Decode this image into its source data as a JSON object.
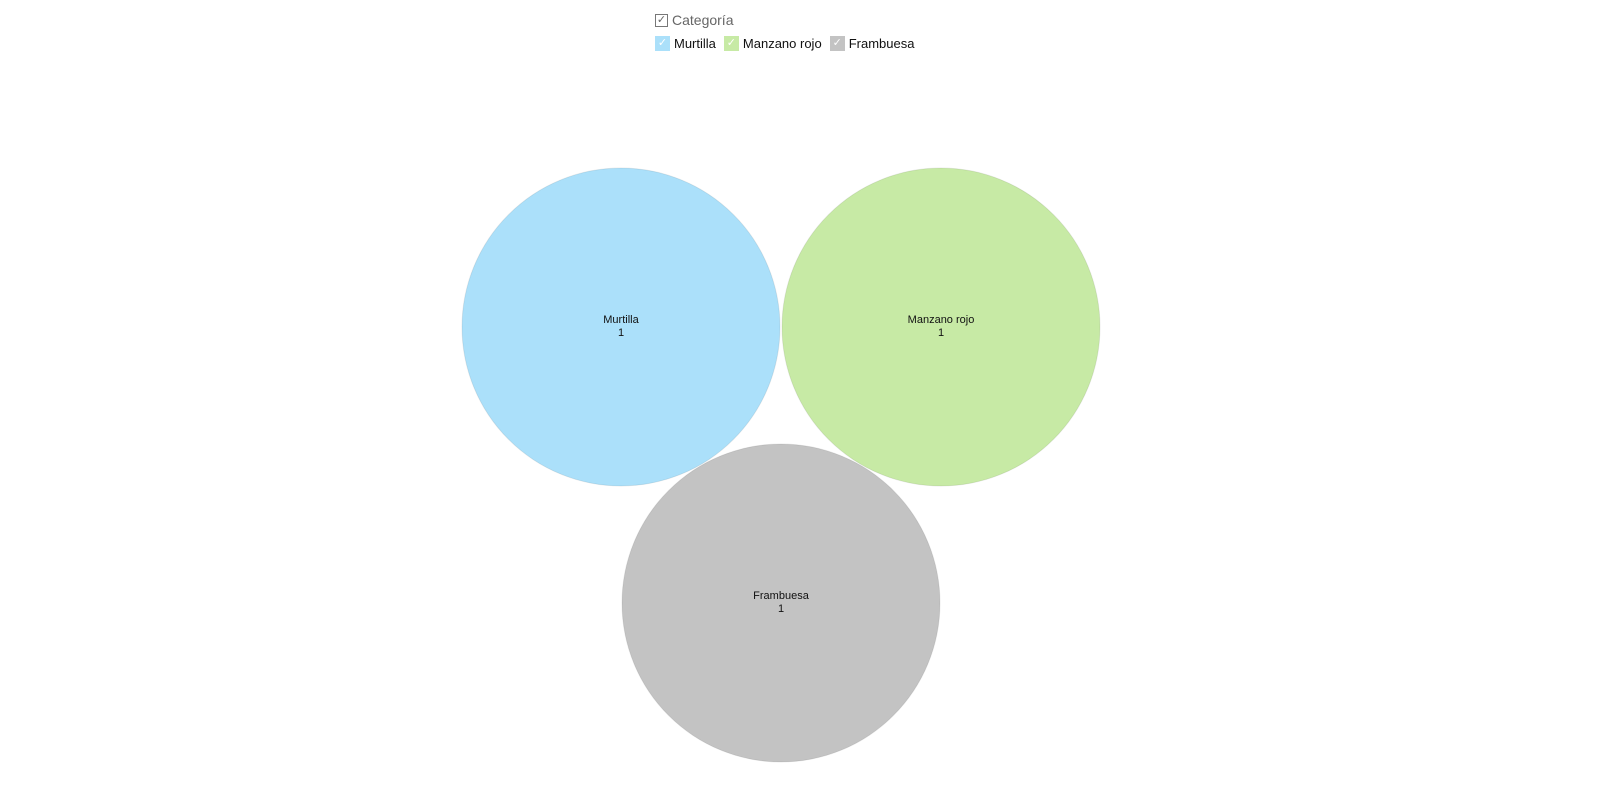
{
  "legend": {
    "title": "Categoría",
    "title_check": "✓"
  },
  "chart_data": {
    "type": "bubble",
    "title": "",
    "series": [
      {
        "name": "Murtilla",
        "value": 1,
        "color": "#abe0fa",
        "check": "✓"
      },
      {
        "name": "Manzano rojo",
        "value": 1,
        "color": "#c7eaa5",
        "check": "✓"
      },
      {
        "name": "Frambuesa",
        "value": 1,
        "color": "#c3c3c3",
        "check": "✓"
      }
    ]
  }
}
